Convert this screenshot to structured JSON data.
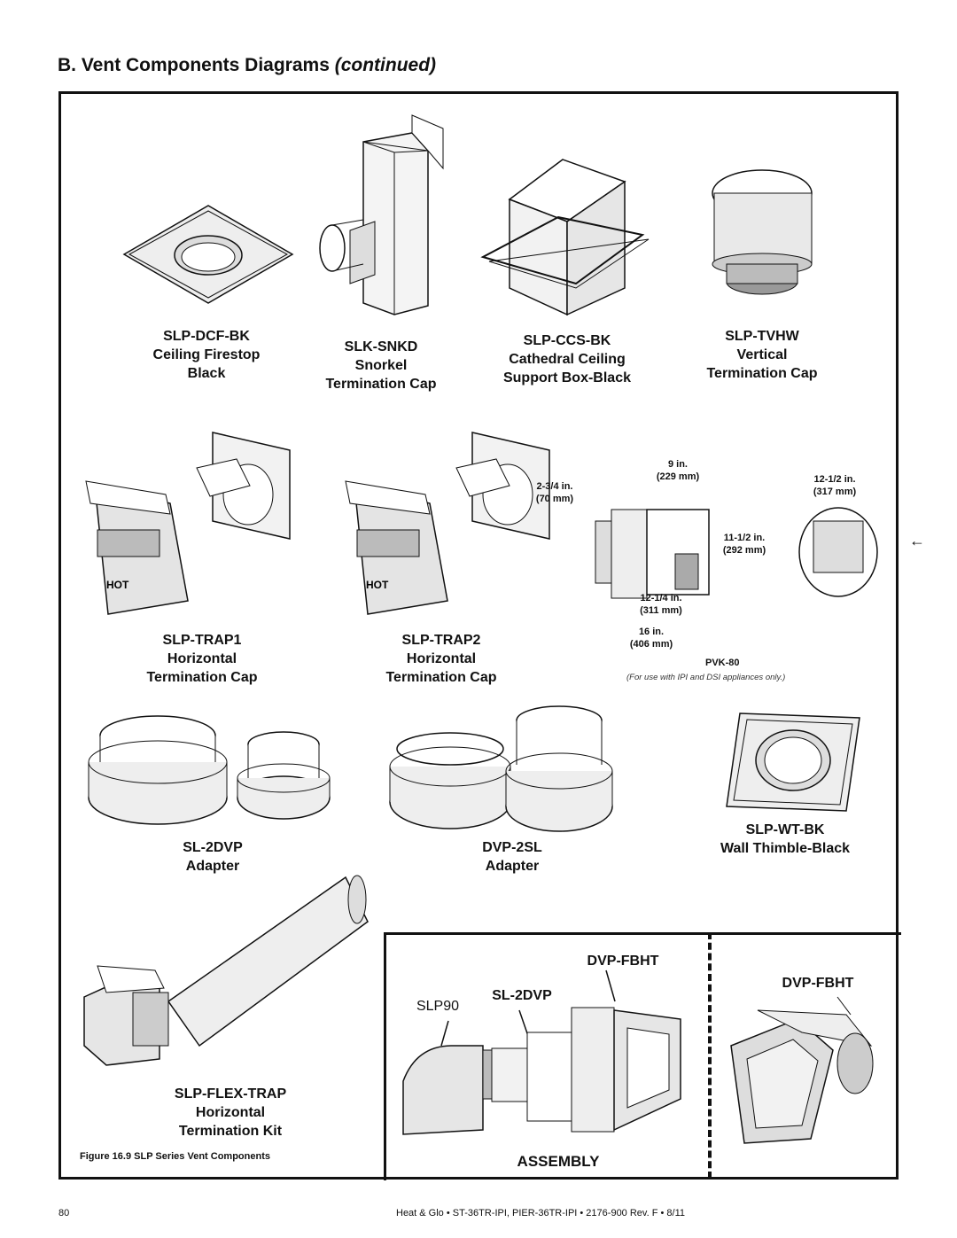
{
  "heading": {
    "main": "B.  Vent Components Diagrams",
    "italic": "(continued)"
  },
  "components": {
    "dcf": {
      "code": "SLP-DCF-BK",
      "l1": "Ceiling Firestop",
      "l2": "Black"
    },
    "snkd": {
      "code": "SLK-SNKD",
      "l1": "Snorkel",
      "l2": "Termination Cap"
    },
    "ccs": {
      "code": "SLP-CCS-BK",
      "l1": "Cathedral Ceiling",
      "l2": "Support Box-Black"
    },
    "tvhw": {
      "code": "SLP-TVHW",
      "l1": "Vertical",
      "l2": "Termination Cap"
    },
    "trap1": {
      "code": "SLP-TRAP1",
      "l1": "Horizontal",
      "l2": "Termination Cap"
    },
    "trap2": {
      "code": "SLP-TRAP2",
      "l1": "Horizontal",
      "l2": "Termination Cap"
    },
    "sl2dvp": {
      "code": "SL-2DVP",
      "l1": "Adapter"
    },
    "dvp2sl": {
      "code": "DVP-2SL",
      "l1": "Adapter"
    },
    "wt": {
      "code": "SLP-WT-BK",
      "l1": "Wall Thimble-Black"
    },
    "flex": {
      "code": "SLP-FLEX-TRAP",
      "l1": "Horizontal",
      "l2": "Termination Kit"
    }
  },
  "pvk": {
    "name": "PVK-80",
    "note": "(For use with IPI and DSI appliances only.)",
    "dims": {
      "d1a": "9 in.",
      "d1b": "(229 mm)",
      "d2a": "2-3/4 in.",
      "d2b": "(70 mm)",
      "d3a": "12-1/2 in.",
      "d3b": "(317 mm)",
      "d4a": "11-1/2 in.",
      "d4b": "(292 mm)",
      "d5a": "12-1/4 in.",
      "d5b": "(311 mm)",
      "d6a": "16 in.",
      "d6b": "(406 mm)"
    },
    "hot_label": "HOT"
  },
  "assembly": {
    "dvpfbht_a": "DVP-FBHT",
    "sl2dvp": "SL-2DVP",
    "slp90": "SLP90",
    "dvpfbht_b": "DVP-FBHT",
    "title": "ASSEMBLY"
  },
  "figure_caption": "Figure 16.9  SLP Series Vent Components",
  "footer": {
    "page": "80",
    "text": "Heat & Glo  •  ST-36TR-IPI, PIER-36TR-IPI  •  2176-900 Rev. F  •  8/11"
  }
}
